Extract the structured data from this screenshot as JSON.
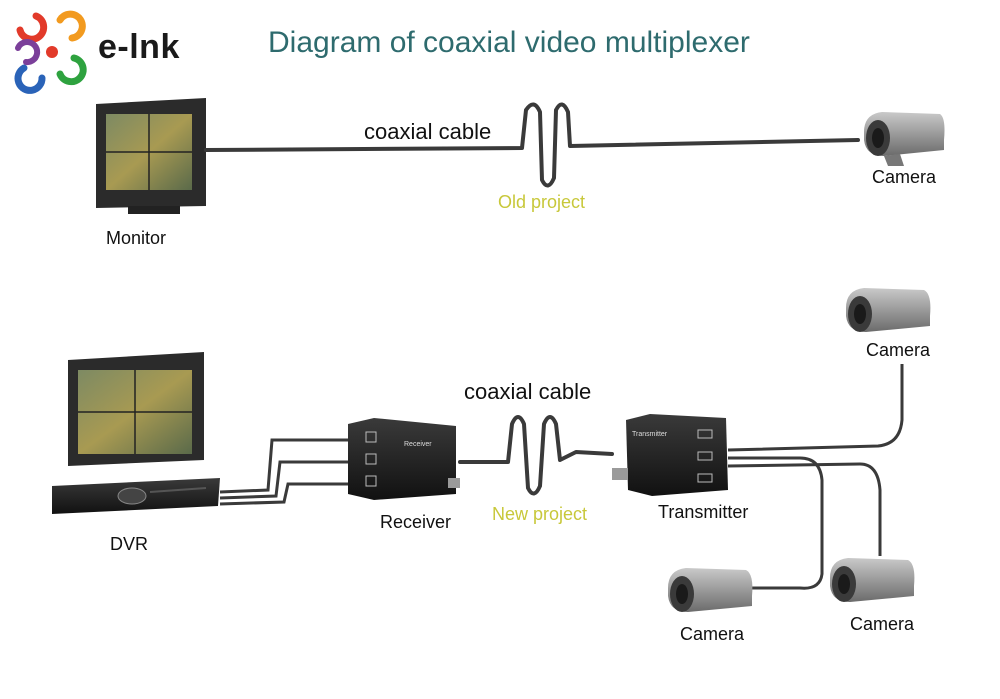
{
  "header": {
    "brand": "e-lnk",
    "title": "Diagram of coaxial video multiplexer"
  },
  "colors": {
    "title": "#2e6b6e",
    "project_label": "#c8c83a",
    "logo_red": "#e23a2a",
    "logo_orange": "#f29a1f",
    "logo_green": "#2ea23f",
    "logo_blue": "#2a63b8",
    "logo_purple": "#7b3f9a"
  },
  "icons": [
    "company-logo",
    "monitor-icon",
    "camera-icon",
    "dvr-icon",
    "receiver-box-icon",
    "transmitter-box-icon",
    "cable-coil-icon"
  ],
  "old_project": {
    "monitor_label": "Monitor",
    "cable_label": "coaxial cable",
    "project_label": "Old project",
    "camera_label": "Camera"
  },
  "new_project": {
    "dvr_label": "DVR",
    "receiver_label": "Receiver",
    "receiver_device_text": "Receiver",
    "cable_label": "coaxial cable",
    "project_label": "New project",
    "transmitter_label": "Transmitter",
    "transmitter_device_text": "Transmitter",
    "cameras": [
      "Camera",
      "Camera",
      "Camera"
    ]
  }
}
